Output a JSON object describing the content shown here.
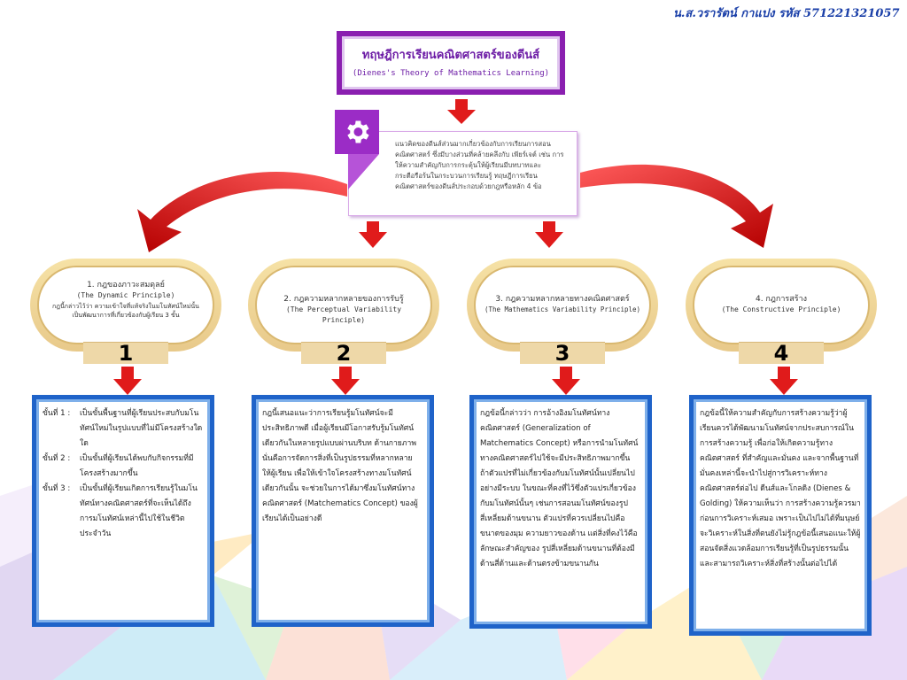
{
  "author": "น.ส.วรารัตน์ กาแปง รหัส 571221321057",
  "title": {
    "thai": "ทฤษฎีการเรียนคณิตศาสตร์ของดีนส์",
    "english": "(Dienes's Theory of Mathematics Learning)"
  },
  "intro_text": "แนวคิดของดีนส์ส่วนมากเกี่ยวข้องกับการเรียนการสอนคณิตศาสตร์ ซึ่งมีบางส่วนที่คล้ายคลึงกับ เพียร์เจต์ เช่น การให้ความสำคัญกับการกระตุ้นให้ผู้เรียนมีบทบาทและกระตือรือร้นในกระบวนการเรียนรู้ ทฤษฎีการเรียนคณิตศาสตร์ของดีนส์ประกอบด้วยกฎหรือหลัก 4 ข้อ",
  "principles": [
    {
      "number": "1",
      "title": "1. กฎของภาวะสมดุลย์",
      "english": "(The Dynamic Principle)",
      "description": "กฎนี้กล่าวไว้ว่า ความเข้าใจที่แท้จริงในมโนทัศน์ใหม่นั้นเป็นพัฒนาการที่เกี่ยวข้องกับผู้เรียน 3 ขั้น"
    },
    {
      "number": "2",
      "title": "2. กฎความหลากหลายของการรับรู้",
      "english": "(The Perceptual Variability Principle)",
      "description": ""
    },
    {
      "number": "3",
      "title": "3. กฎความหลากหลายทางคณิตศาสตร์",
      "english": "(The Mathematics Variability Principle)",
      "description": ""
    },
    {
      "number": "4",
      "title": "4. กฎการสร้าง",
      "english": "(The Constructive Principle)",
      "description": ""
    }
  ],
  "card1": {
    "steps": [
      {
        "label": "ขั้นที่ 1 :",
        "text": "เป็นขั้นพื้นฐานที่ผู้เรียนประสบกับมโนทัศน์ใหม่ในรูปแบบที่ไม่มีโครงสร้างใดใด"
      },
      {
        "label": "ขั้นที่ 2 :",
        "text": "เป็นขั้นที่ผู้เรียนได้พบกับกิจกรรมที่มีโครงสร้างมากขึ้น"
      },
      {
        "label": "ขั้นที่ 3 :",
        "text": "เป็นขั้นที่ผู้เรียนเกิดการเรียนรู้ในมโนทัศน์ทางคณิตศาสตร์ที่จะเห็นได้ถึงการมโนทัศน์เหล่านี้ไปใช้ในชีวิตประจำวัน"
      }
    ]
  },
  "card2": {
    "text": "กฎนี้เสนอแนะว่าการเรียนรู้มโนทัศน์จะมีประสิทธิภาพดี เมื่อผู้เรียนมีโอกาสรับรู้มโนทัศน์เดียวกันในหลายรูปแบบผ่านบริบท ด้านกายภาพ นั่นคือการจัดการสิ่งที่เป็นรูปธรรมที่หลากหลาย ให้ผู้เรียน เพื่อให้เข้าใจโครงสร้างทางมโนทัศน์เดียวกันนั้น จะช่วยในการได้มาซึ่งมโนทัศน์ทางคณิตศาสตร์ (Matchematics Concept) ของผู้เรียนได้เป็นอย่างดี"
  },
  "card3": {
    "text": "กฎข้อนี้กล่าวว่า การอ้างอิงมโนทัศน์ทางคณิตศาสตร์ (Generalization of Matchematics Concept) หรือการนำมโนทัศน์ทางคณิตศาสตร์ไปใช้จะมีประสิทธิภาพมากขึ้น ถ้าตัวแปรที่ไม่เกี่ยวข้องกับมโนทัศน์นั้นเปลี่ยนไป อย่างมีระบบ ในขณะที่คงที่ไว้ซึ่งตัวแปรเกี่ยวข้องกับมโนทัศน์นั้นๆ เช่นการสอนมโนทัศน์ของรูปสี่เหลี่ยมด้านขนาน ตัวแปรที่ควรเปลี่ยนไปคือ ขนาดของมุม ความยาวของด้าน แต่สิ่งที่คงไว้คือ ลักษณะสำคัญของ รูปสี่เหลี่ยมด้านขนานที่ต้องมีด้านสี่ด้านและด้านตรงข้ามขนานกัน"
  },
  "card4": {
    "text": "กฎข้อนี้ให้ความสำคัญกับการสร้างความรู้ว่าผู้เรียนควรได้พัฒนามโนทัศน์จากประสบการณ์ในการสร้างความรู้ เพื่อก่อให้เกิดความรู้ทางคณิตศาสตร์ ที่สำคัญและมั่นคง และจากพื้นฐานที่มั่นคงเหล่านี้จะนำไปสู่การวิเคราะห์ทางคณิตศาสตร์ต่อไป ดีนส์และโกลดิง (Dienes & Golding) ให้ความเห็นว่า การสร้างความรู้ควรมาก่อนการวิเคราะห์เสมอ เพราะเป็นไปไม่ได้ที่มนุษย์จะวิเคราะห์ในสิ่งที่ตนยังไม่รู้กฎข้อนี้เสนอแนะให้ผู้สอนจัดสิ่งแวดล้อมการเรียนรู้ที่เป็นรูปธรรมนั้นและสามารถวิเคราะห์สิ่งที่สร้างนั้นต่อไปได้"
  },
  "colors": {
    "title_border": "#8a1fb0",
    "arrow_red": "#e01b1b",
    "card_border": "#1f63c9",
    "pill_gold": "#f0d79a"
  }
}
